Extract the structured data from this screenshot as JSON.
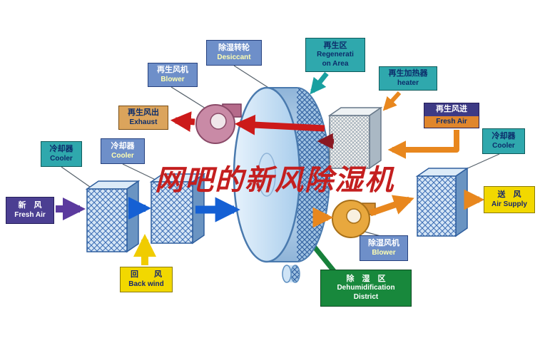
{
  "title": "网吧的新风除湿机",
  "colors": {
    "blue_arrow": "#1560d4",
    "purple_arrow": "#5b3a9e",
    "yellow_arrow": "#f0cc00",
    "orange_arrow": "#e8871e",
    "red_arrow": "#cc1a1a",
    "dark_red_arrow": "#8a1822",
    "teal_box": "#2fa8ad",
    "slate_box": "#6e8fc9",
    "yellow_box": "#f2d800",
    "purple_box": "#4b3f92",
    "green_box": "#18883c",
    "title_red": "#c41f1f"
  },
  "labels": {
    "desiccant": {
      "lines": [
        "除湿转轮",
        "Desiccant"
      ]
    },
    "regen_area": {
      "lines": [
        "再生区",
        "Regenerati",
        "on Area"
      ]
    },
    "regen_blower": {
      "lines": [
        "再生风机",
        "Blower"
      ]
    },
    "regen_heater": {
      "lines": [
        "再生加热器",
        "heater"
      ]
    },
    "exhaust": {
      "lines": [
        "再生风出",
        "Exhaust"
      ]
    },
    "regen_fresh_air": {
      "lines": [
        "再生风进",
        "Fresh Air"
      ]
    },
    "cooler_left": {
      "lines": [
        "冷却器",
        "Cooler"
      ]
    },
    "cooler_mid": {
      "lines": [
        "冷却器",
        "Cooler"
      ]
    },
    "cooler_right": {
      "lines": [
        "冷却器",
        "Cooler"
      ]
    },
    "fresh_air": {
      "lines": [
        "新　风",
        "Fresh Air"
      ]
    },
    "air_supply": {
      "lines": [
        "送　风",
        "Air Supply"
      ]
    },
    "back_wind": {
      "lines": [
        "回　　风",
        "Back wind"
      ]
    },
    "dehumid_blower": {
      "lines": [
        "除湿风机",
        "Blower"
      ]
    },
    "dehumid_district": {
      "lines": [
        "除　湿　区",
        "Dehumidification",
        "District"
      ]
    }
  }
}
